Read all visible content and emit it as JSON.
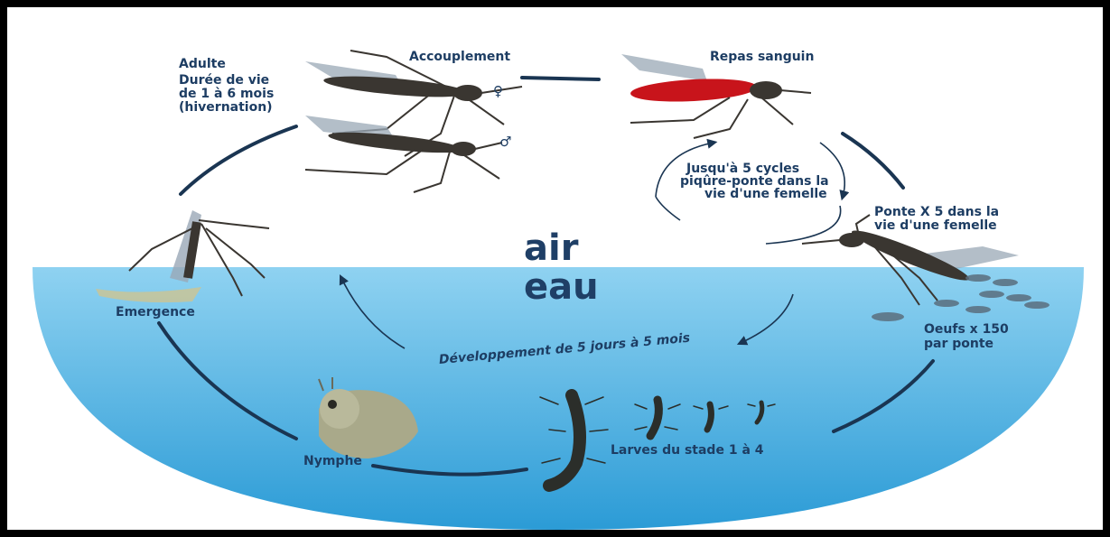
{
  "labels": {
    "adulte": "Adulte",
    "adulte_detail_1": "Durée de vie",
    "adulte_detail_2": "de 1 à 6 mois",
    "adulte_detail_3": "(hivernation)",
    "accouplement": "Accouplement",
    "female_symbol": "♀",
    "male_symbol": "♂",
    "repas_sanguin": "Repas sanguin",
    "cycles_1": "Jusqu'à 5 cycles",
    "cycles_2": "piqûre-ponte dans la",
    "cycles_3": "vie d'une femelle",
    "ponte_1": "Ponte X 5 dans la",
    "ponte_2": "vie d'une femelle",
    "air": "air",
    "eau": "eau",
    "oeufs_1": "Oeufs x 150",
    "oeufs_2": "par ponte",
    "emergence": "Emergence",
    "developpement": "Développement de 5 jours à 5 mois",
    "larves": "Larves du stade 1 à 4",
    "nymphe": "Nymphe"
  },
  "colors": {
    "water_top": "#86cdee",
    "water_bottom": "#2f9fd9",
    "cycle_line": "#1a3552",
    "text": "#1d3d63",
    "blood": "#c8141b",
    "mosquito_body": "#3a3631",
    "wing": "#9aa8b6"
  }
}
